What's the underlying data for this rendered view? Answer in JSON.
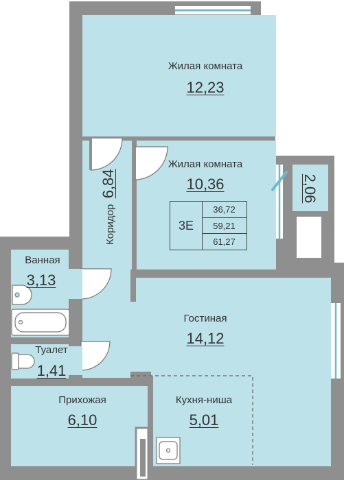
{
  "colors": {
    "wall": "#8f8f8f",
    "room_fill": "#bde2ea",
    "window": "#6fb9cf",
    "dashed": "#666666",
    "text": "#333333"
  },
  "rooms": {
    "bedroom1": {
      "name": "Жилая комната",
      "area": "12,23"
    },
    "bedroom2": {
      "name": "Жилая комната",
      "area": "10,36"
    },
    "corridor": {
      "name": "Коридор",
      "area": "6,84"
    },
    "balcony": {
      "area": "2,06"
    },
    "bathroom": {
      "name": "Ванная",
      "area": "3,13"
    },
    "toilet": {
      "name": "Туалет",
      "area": "1,41"
    },
    "living": {
      "name": "Гостиная",
      "area": "14,12"
    },
    "hall": {
      "name": "Прихожая",
      "area": "6,10"
    },
    "kitchen": {
      "name": "Кухня-ниша",
      "area": "5,01"
    }
  },
  "apartment": {
    "type": "3Е",
    "living_area": "36,72",
    "total_area": "59,21",
    "total_area_with_balcony": "61,27"
  }
}
